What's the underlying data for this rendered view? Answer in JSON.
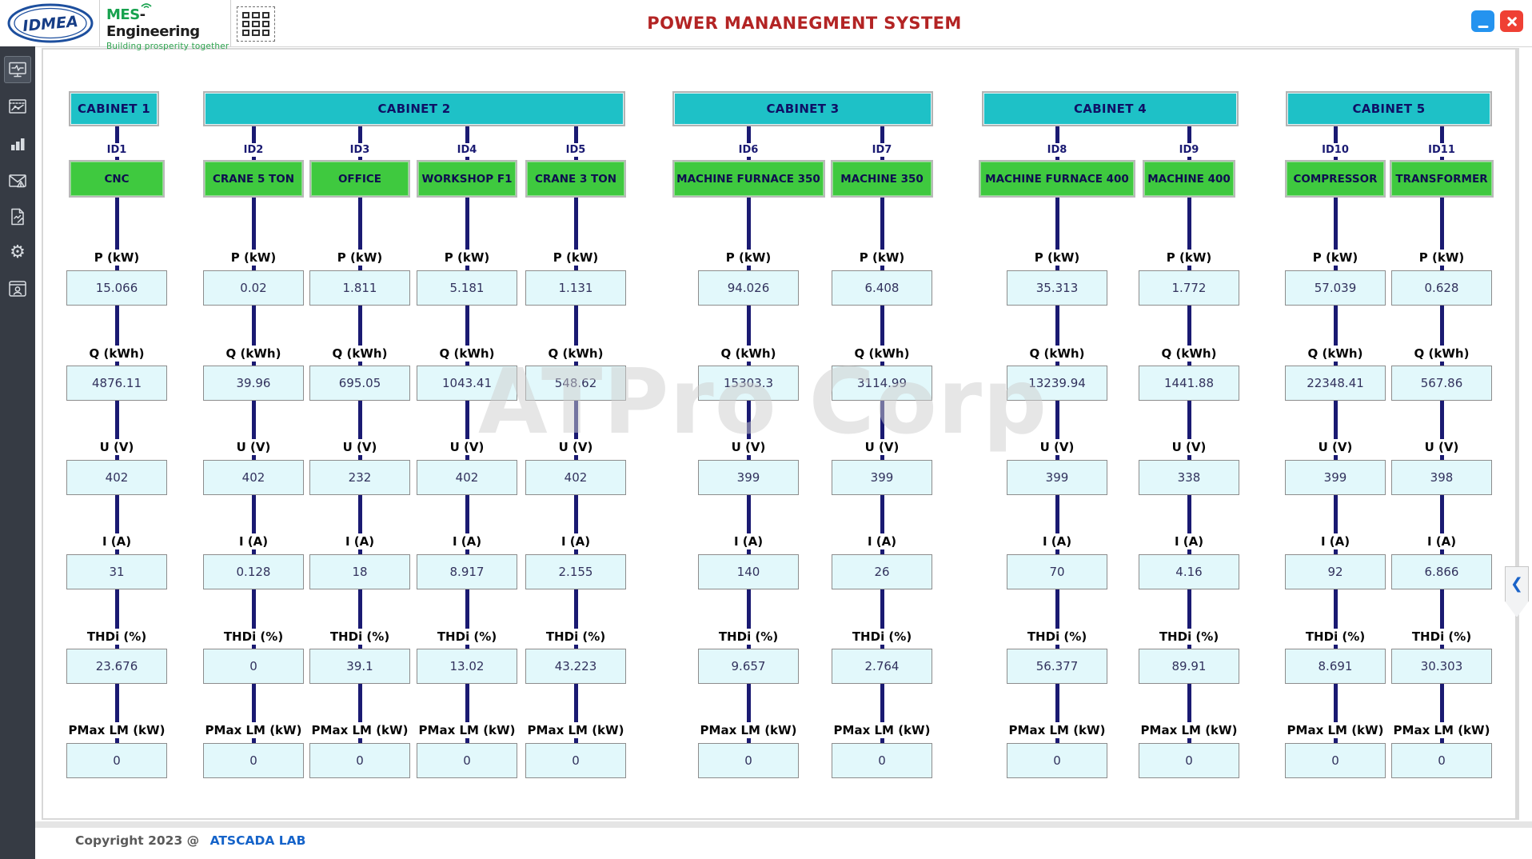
{
  "window": {
    "title": "POWER MANANEGMENT SYSTEM",
    "controls": [
      {
        "name": "minimize",
        "icon": "minimize-icon",
        "color": "#2493ef"
      },
      {
        "name": "close",
        "icon": "close-x-icon",
        "color": "#ef4034"
      }
    ]
  },
  "header": {
    "idmea_logo_text": "IDMEA",
    "mes_logo": {
      "brand": "MES",
      "suffix": "-Engineering",
      "tagline": "Building prosperity together"
    },
    "apps_button_icon": "apps-grid-icon"
  },
  "sidebar": {
    "items": [
      {
        "icon": "monitor-pulse-icon",
        "active": true
      },
      {
        "icon": "trend-chart-icon",
        "active": false
      },
      {
        "icon": "bar-chart-icon",
        "active": false
      },
      {
        "icon": "mail-alert-icon",
        "active": false
      },
      {
        "icon": "report-edit-icon",
        "active": false
      },
      {
        "icon": "gear-icon",
        "active": false
      },
      {
        "icon": "account-window-icon",
        "active": false
      }
    ]
  },
  "params": [
    "P (kW)",
    "Q (kWh)",
    "U (V)",
    "I (A)",
    "THDi (%)",
    "PMax LM (kW)"
  ],
  "cabinets": [
    {
      "name": "CABINET 1",
      "devices": [
        {
          "id": "ID1",
          "label": "CNC",
          "values": {
            "p": "15.066",
            "q": "4876.11",
            "u": "402",
            "i": "31",
            "thdi": "23.676",
            "pmax_lm": "0"
          }
        }
      ]
    },
    {
      "name": "CABINET 2",
      "devices": [
        {
          "id": "ID2",
          "label": "CRANE 5 TON",
          "values": {
            "p": "0.02",
            "q": "39.96",
            "u": "402",
            "i": "0.128",
            "thdi": "0",
            "pmax_lm": "0"
          }
        },
        {
          "id": "ID3",
          "label": "OFFICE",
          "values": {
            "p": "1.811",
            "q": "695.05",
            "u": "232",
            "i": "18",
            "thdi": "39.1",
            "pmax_lm": "0"
          }
        },
        {
          "id": "ID4",
          "label": "WORKSHOP F1",
          "values": {
            "p": "5.181",
            "q": "1043.41",
            "u": "402",
            "i": "8.917",
            "thdi": "13.02",
            "pmax_lm": "0"
          }
        },
        {
          "id": "ID5",
          "label": "CRANE 3 TON",
          "values": {
            "p": "1.131",
            "q": "548.62",
            "u": "402",
            "i": "2.155",
            "thdi": "43.223",
            "pmax_lm": "0"
          }
        }
      ]
    },
    {
      "name": "CABINET 3",
      "devices": [
        {
          "id": "ID6",
          "label": "MACHINE FURNACE 350",
          "values": {
            "p": "94.026",
            "q": "15303.3",
            "u": "399",
            "i": "140",
            "thdi": "9.657",
            "pmax_lm": "0"
          }
        },
        {
          "id": "ID7",
          "label": "MACHINE 350",
          "values": {
            "p": "6.408",
            "q": "3114.99",
            "u": "399",
            "i": "26",
            "thdi": "2.764",
            "pmax_lm": "0"
          }
        }
      ]
    },
    {
      "name": "CABINET 4",
      "devices": [
        {
          "id": "ID8",
          "label": "MACHINE FURNACE 400",
          "values": {
            "p": "35.313",
            "q": "13239.94",
            "u": "399",
            "i": "70",
            "thdi": "56.377",
            "pmax_lm": "0"
          }
        },
        {
          "id": "ID9",
          "label": "MACHINE 400",
          "values": {
            "p": "1.772",
            "q": "1441.88",
            "u": "338",
            "i": "4.16",
            "thdi": "89.91",
            "pmax_lm": "0"
          }
        }
      ]
    },
    {
      "name": "CABINET 5",
      "devices": [
        {
          "id": "ID10",
          "label": "COMPRESSOR",
          "values": {
            "p": "57.039",
            "q": "22348.41",
            "u": "399",
            "i": "92",
            "thdi": "8.691",
            "pmax_lm": "0"
          }
        },
        {
          "id": "ID11",
          "label": "TRANSFORMER",
          "values": {
            "p": "0.628",
            "q": "567.86",
            "u": "398",
            "i": "6.866",
            "thdi": "30.303",
            "pmax_lm": "0"
          }
        }
      ]
    }
  ],
  "watermark": "ATPro Corp",
  "collapse_tab_icon": "chevron-left-icon",
  "collapse_tab_glyph": "❮",
  "footer": {
    "copyright": "Copyright 2023 @",
    "link": "ATSCADA LAB"
  },
  "colors": {
    "cabinet_teal": "#1ec1c7",
    "device_green": "#3fc93f",
    "connector_navy": "#1a1a72",
    "value_box_bg": "#e2f8fb",
    "title_red": "#b32424",
    "link_blue": "#1563c9",
    "sidebar_bg": "#363b44",
    "minimize_blue": "#2493ef",
    "close_red": "#ef4034"
  }
}
